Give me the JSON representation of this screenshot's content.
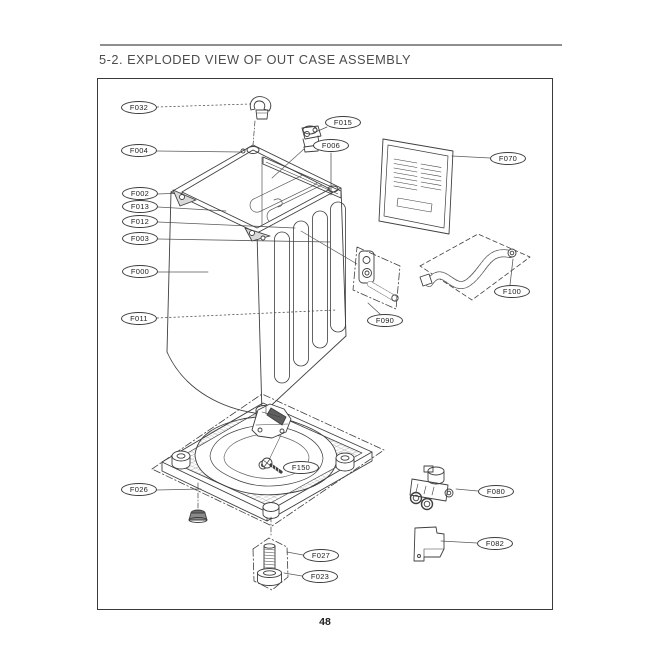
{
  "page": {
    "title": "5-2. EXPLODED VIEW OF OUT CASE ASSEMBLY",
    "page_number": "48"
  },
  "colors": {
    "line_art": "#3f3f3f",
    "title_text": "#4d4d4d",
    "rule_line": "#8f8f8f",
    "hose_fill": "#5e5e5e"
  },
  "diagram": {
    "type": "exploded-view-line-drawing",
    "subject": "washing machine out case assembly",
    "callouts": [
      {
        "label": "F032"
      },
      {
        "label": "F004"
      },
      {
        "label": "F002"
      },
      {
        "label": "F013"
      },
      {
        "label": "F012"
      },
      {
        "label": "F003"
      },
      {
        "label": "F000"
      },
      {
        "label": "F011"
      },
      {
        "label": "F015"
      },
      {
        "label": "F006"
      },
      {
        "label": "F070"
      },
      {
        "label": "F100"
      },
      {
        "label": "F090"
      },
      {
        "label": "F150"
      },
      {
        "label": "F026"
      },
      {
        "label": "F027"
      },
      {
        "label": "F023"
      },
      {
        "label": "F080"
      },
      {
        "label": "F082"
      }
    ]
  }
}
